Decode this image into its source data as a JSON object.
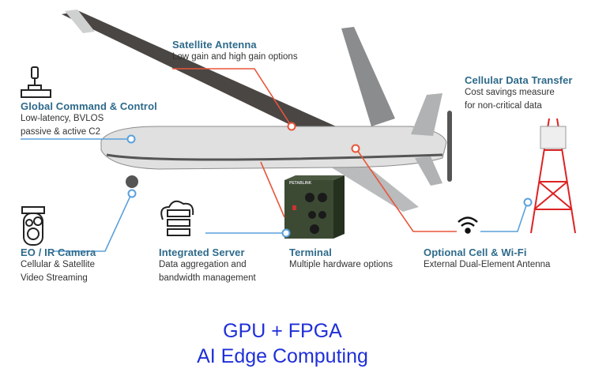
{
  "features": {
    "satellite": {
      "title": "Satellite Antenna",
      "lines": [
        "Low gain and high gain options"
      ]
    },
    "command": {
      "title": "Global Command & Control",
      "lines": [
        "Low-latency, BVLOS",
        "passive & active C2"
      ]
    },
    "cellular": {
      "title": "Cellular Data Transfer",
      "lines": [
        "Cost savings measure",
        "for non-critical data"
      ]
    },
    "camera": {
      "title": "EO / IR Camera",
      "lines": [
        "Cellular & Satellite",
        "Video Streaming"
      ]
    },
    "server": {
      "title": "Integrated Server",
      "lines": [
        "Data aggregation and",
        "bandwidth management"
      ]
    },
    "terminal": {
      "title": "Terminal",
      "lines": [
        "Multiple hardware options"
      ],
      "brand": "PETABLINK"
    },
    "wifi": {
      "title": "Optional Cell & Wi-Fi",
      "lines": [
        "External Dual-Element Antenna"
      ]
    }
  },
  "footer": {
    "line1": "GPU + FPGA",
    "line2": "AI Edge Computing"
  },
  "colors": {
    "title": "#2e6a8a",
    "blue_line": "#5aa0dc",
    "orange_line": "#e8553a",
    "footer": "#1f2fd8"
  }
}
